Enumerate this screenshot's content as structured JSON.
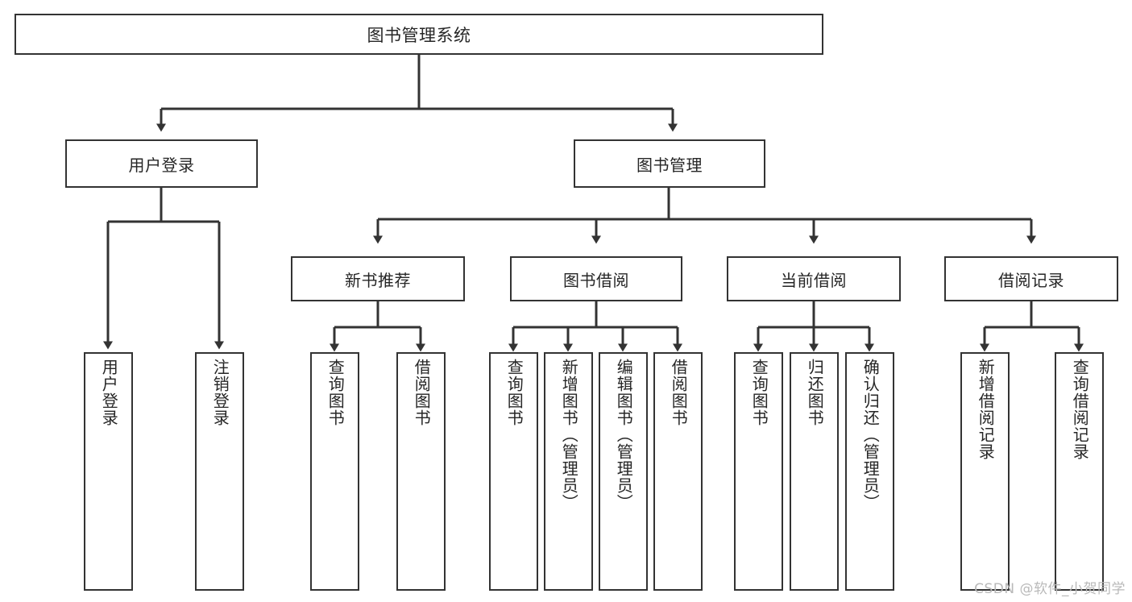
{
  "diagram": {
    "title": "图书管理系统",
    "type": "tree-hierarchy-diagram",
    "watermark": "CSDN @软件_小贺同学",
    "colors": {
      "background": "#ffffff",
      "box_border": "#333333",
      "box_fill": "#ffffff",
      "text": "#262626",
      "connector": "#333333",
      "watermark": "#b9b9b9"
    },
    "root": {
      "label": "图书管理系统"
    },
    "level1": [
      {
        "label": "用户登录"
      },
      {
        "label": "图书管理"
      }
    ],
    "level2": [
      {
        "label": "新书推荐"
      },
      {
        "label": "图书借阅"
      },
      {
        "label": "当前借阅"
      },
      {
        "label": "借阅记录"
      }
    ],
    "leaves": {
      "user_login": [
        {
          "label": "用户登录"
        },
        {
          "label": "注销登录"
        }
      ],
      "new_book_recommend": [
        {
          "label": "查询图书"
        },
        {
          "label": "借阅图书"
        }
      ],
      "book_borrow": [
        {
          "label": "查询图书"
        },
        {
          "label": "新增图书（管理员）"
        },
        {
          "label": "编辑图书（管理员）"
        },
        {
          "label": "借阅图书"
        }
      ],
      "current_borrow": [
        {
          "label": "查询图书"
        },
        {
          "label": "归还图书"
        },
        {
          "label": "确认归还（管理员）"
        }
      ],
      "borrow_record": [
        {
          "label": "新增借阅记录"
        },
        {
          "label": "查询借阅记录"
        }
      ]
    }
  }
}
